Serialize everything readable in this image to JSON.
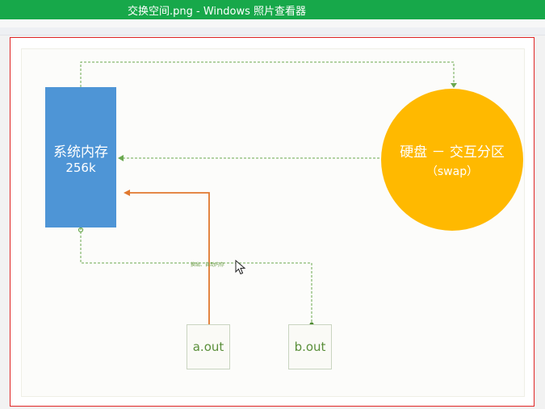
{
  "window": {
    "title": "交换空间.png - Windows 照片查看器"
  },
  "diagram": {
    "memory": {
      "line1": "系统内存",
      "line2": "256k"
    },
    "disk": {
      "line1": "硬盘 － 交互分区",
      "line2": "（swap）"
    },
    "processes": [
      {
        "label": "a.out"
      },
      {
        "label": "b.out"
      }
    ],
    "bus_note": "换出、自动内存",
    "colors": {
      "memory": "#4e95d6",
      "disk": "#ffb900",
      "solid_arrow": "#e0782e",
      "dashed_arrow": "#6aa84f",
      "frame": "#e02424",
      "titlebar": "#17a84a"
    }
  }
}
